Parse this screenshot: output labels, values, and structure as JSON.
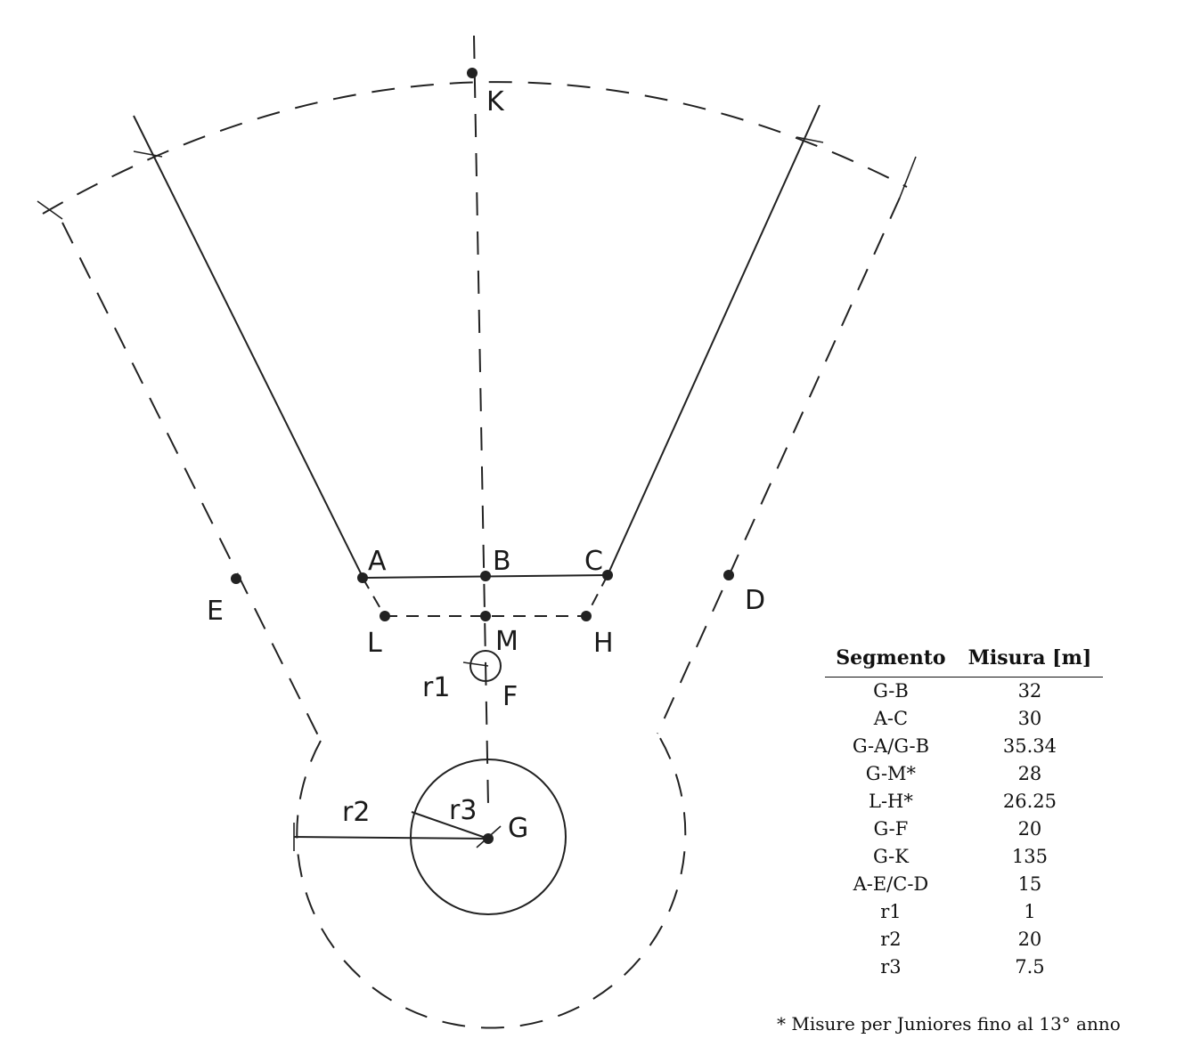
{
  "diagram": {
    "points": {
      "K": "K",
      "A": "A",
      "B": "B",
      "C": "C",
      "D": "D",
      "E": "E",
      "L": "L",
      "M": "M",
      "H": "H",
      "F": "F",
      "G": "G",
      "r1": "r1",
      "r2": "r2",
      "r3": "r3"
    }
  },
  "table": {
    "headers": [
      "Segmento",
      "Misura [m]"
    ],
    "rows": [
      [
        "G-B",
        "32"
      ],
      [
        "A-C",
        "30"
      ],
      [
        "G-A/G-B",
        "35.34"
      ],
      [
        "G-M*",
        "28"
      ],
      [
        "L-H*",
        "26.25"
      ],
      [
        "G-F",
        "20"
      ],
      [
        "G-K",
        "135"
      ],
      [
        "A-E/C-D",
        "15"
      ],
      [
        "r1",
        "1"
      ],
      [
        "r2",
        "20"
      ],
      [
        "r3",
        "7.5"
      ]
    ]
  },
  "footnote": "* Misure per Juniores fino al 13° anno"
}
